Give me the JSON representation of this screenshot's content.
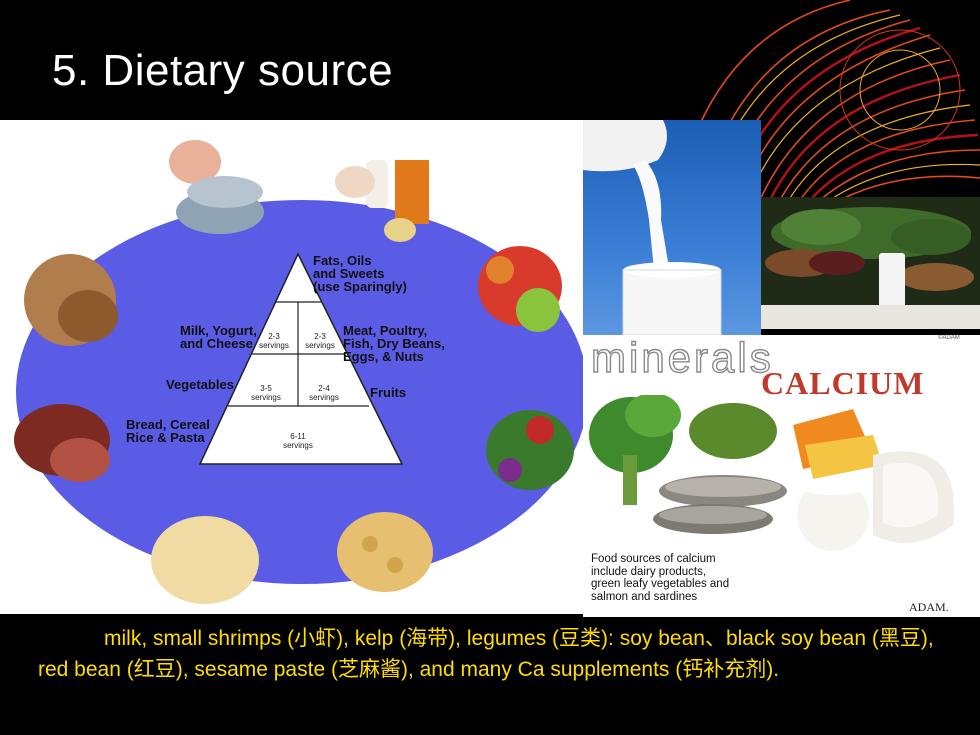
{
  "slide": {
    "title": "5.   Dietary source",
    "caption": "milk, small shrimps (小虾), kelp (海带), legumes (豆类): soy bean、black soy bean (黑豆), red bean (红豆), sesame paste (芝麻酱), and many Ca supplements (钙补充剂)."
  },
  "pyramid": {
    "top_label": "Fats, Oils\nand Sweets\n(use Sparingly)",
    "dairy_label": "Milk, Yogurt,\nand Cheese",
    "meat_label": "Meat, Poultry,\nFish, Dry Beans,\nEggs, & Nuts",
    "veg_label": "Vegetables",
    "fruit_label": "Fruits",
    "grain_label": "Bread, Cereal\nRice & Pasta",
    "dairy_servings": "2-3\nservings",
    "meat_servings": "2-3\nservings",
    "veg_servings": "3-5\nservings",
    "fruit_servings": "2-4\nservings",
    "grain_servings": "6-11\nservings"
  },
  "calcium_panel": {
    "minerals_word": "minerals",
    "calcium_word": "CALCIUM",
    "caption": "Food sources of calcium\ninclude dairy products,\ngreen leafy vegetables and\nsalmon and sardines",
    "logo": "ADAM.",
    "copyright": "©ADAM"
  },
  "colors": {
    "background": "#000000",
    "title": "#ffffff",
    "caption": "#ffdd00",
    "oval": "#5b5ce6",
    "calcium": "#c0392b"
  }
}
